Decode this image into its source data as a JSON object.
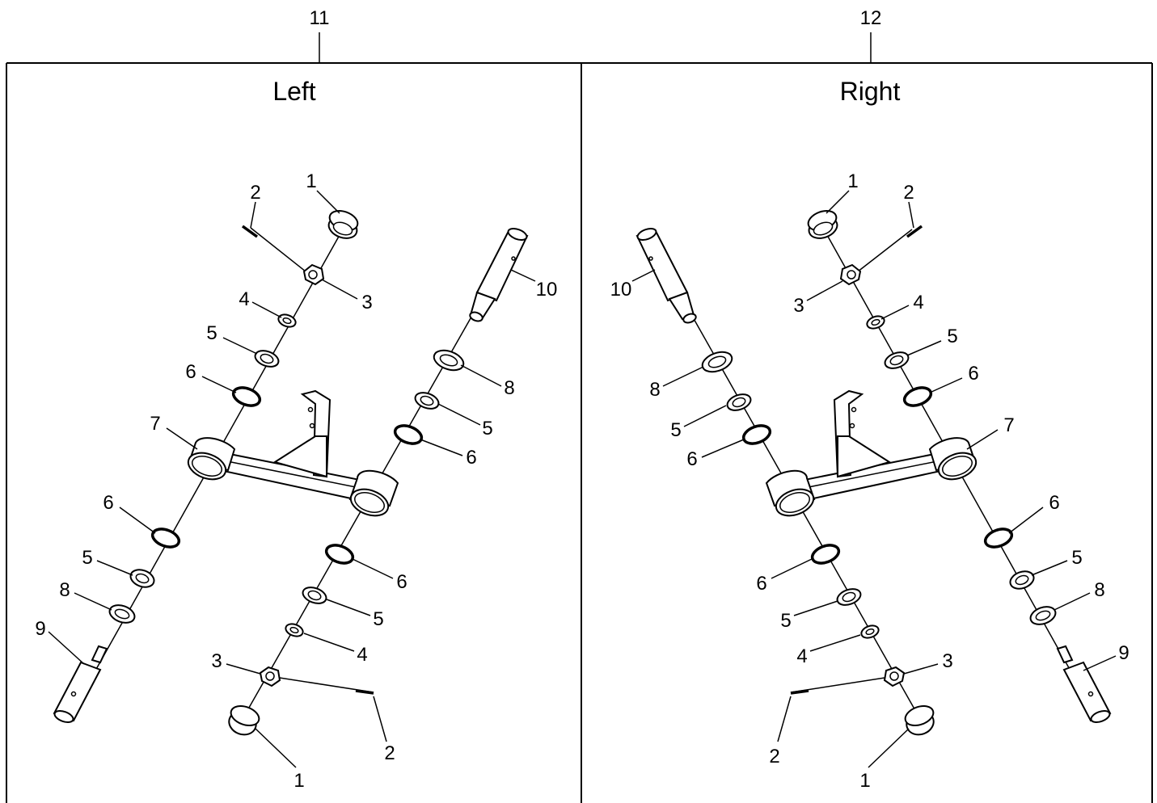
{
  "header": {
    "left_ref": "11",
    "right_ref": "12"
  },
  "panels": {
    "left": {
      "title": "Left",
      "callouts": [
        "1",
        "2",
        "3",
        "4",
        "5",
        "6",
        "7",
        "6",
        "5",
        "8",
        "9",
        "10",
        "8",
        "5",
        "6",
        "6",
        "5",
        "4",
        "3",
        "2",
        "1"
      ]
    },
    "right": {
      "title": "Right",
      "callouts": [
        "1",
        "2",
        "3",
        "4",
        "5",
        "6",
        "7",
        "10",
        "8",
        "5",
        "6",
        "6",
        "5",
        "8",
        "9",
        "6",
        "5",
        "4",
        "3",
        "2",
        "1"
      ]
    }
  }
}
